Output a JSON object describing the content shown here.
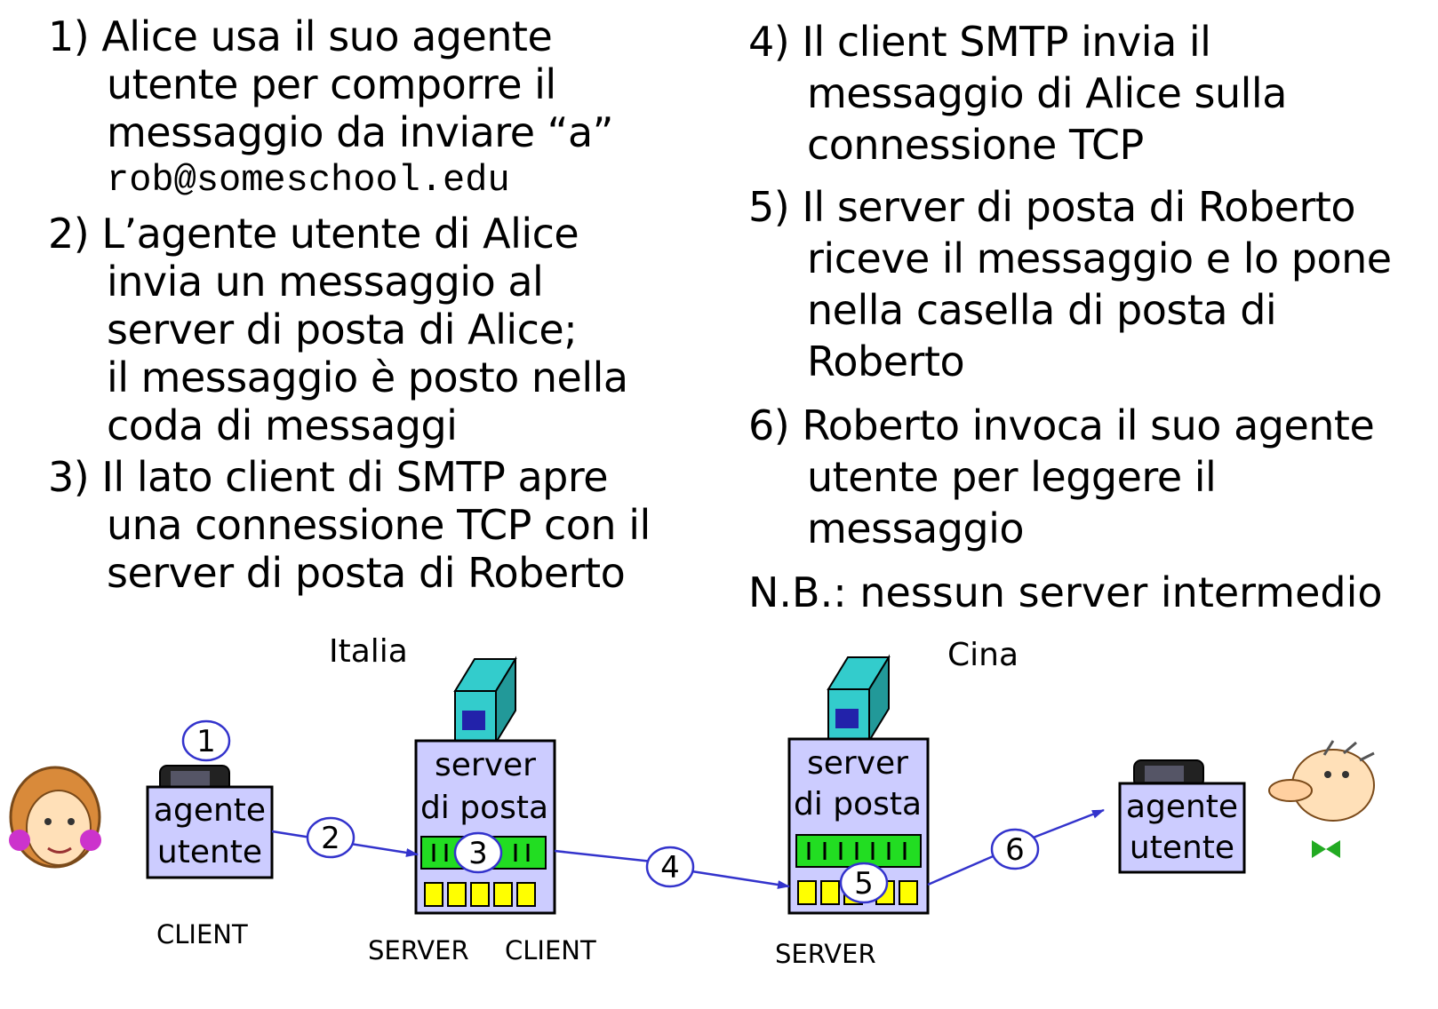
{
  "steps_left": [
    {
      "num": "1)",
      "lines": [
        "Alice usa il suo agente",
        "utente per comporre il",
        "messaggio da inviare “a”"
      ],
      "mono_line": "rob@someschool.edu"
    },
    {
      "num": "2)",
      "lines": [
        "L’agente utente di Alice",
        "invia un messaggio al",
        "server di posta di Alice;",
        "il messaggio è posto nella",
        "coda di messaggi"
      ]
    },
    {
      "num": "3)",
      "lines": [
        "Il lato client di SMTP apre",
        "una connessione TCP con il",
        "server di posta di Roberto"
      ]
    }
  ],
  "steps_right": [
    {
      "num": "4)",
      "lines": [
        "Il client SMTP invia il",
        "messaggio di Alice sulla",
        "connessione TCP"
      ]
    },
    {
      "num": "5)",
      "lines": [
        "Il server di posta di Roberto",
        "riceve il messaggio e lo pone",
        "nella casella di posta di",
        "Roberto"
      ]
    },
    {
      "num": "6)",
      "lines": [
        "Roberto invoca il suo agente",
        "utente per leggere il",
        "messaggio"
      ]
    }
  ],
  "note": "N.B.: nessun server intermedio",
  "diagram": {
    "region_left": "Italia",
    "region_right": "Cina",
    "user_agent_left": {
      "line1": "agente",
      "line2": "utente"
    },
    "mail_server_left": {
      "line1": "server",
      "line2": "di posta"
    },
    "mail_server_right": {
      "line1": "server",
      "line2": "di posta"
    },
    "user_agent_right": {
      "line1": "agente",
      "line2": "utente"
    },
    "roles": {
      "client_left": "CLIENT",
      "server_left": "SERVER",
      "client_mid": "CLIENT",
      "server_right": "SERVER"
    },
    "step_markers": [
      "1",
      "2",
      "3",
      "4",
      "5",
      "6"
    ],
    "colors": {
      "box_fill": "#ccccff",
      "queue_green": "#22dd22",
      "mailbox_yellow": "#ffff00",
      "server_cyan": "#33cccc",
      "arrow_blue": "#3333cc"
    }
  }
}
